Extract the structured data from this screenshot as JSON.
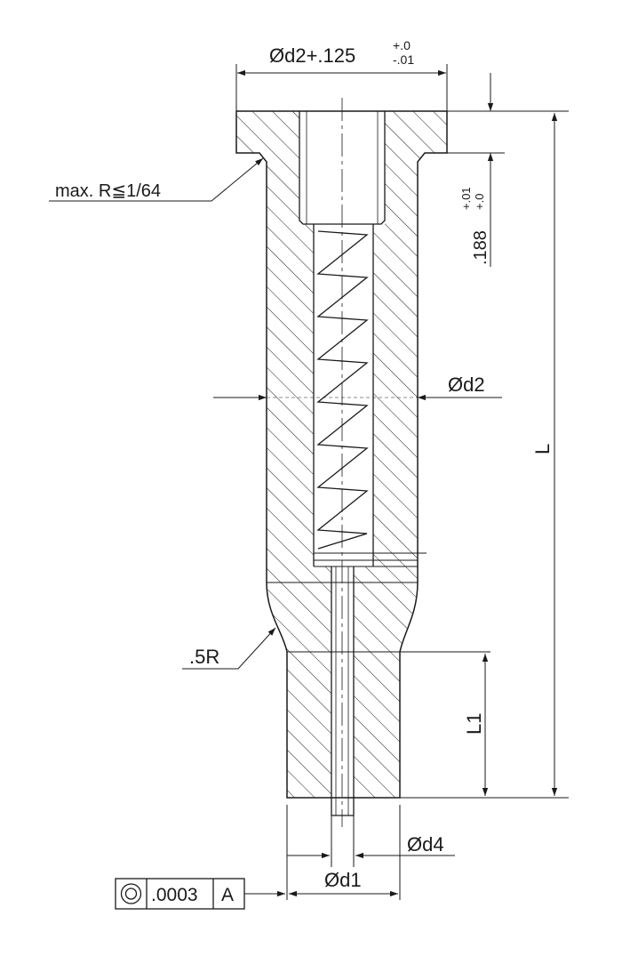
{
  "colors": {
    "line": "#1a1a1a",
    "background": "#ffffff"
  },
  "dims": {
    "top_diameter": "Ød2+.125",
    "top_tol_upper": "+.0",
    "top_tol_lower": "-.01",
    "radius_max": "max. R≦1/64",
    "head_height": ".188",
    "head_tol_upper": "+.01",
    "head_tol_lower": "+.0",
    "bore_diameter": "Ød2",
    "overall_length": "L",
    "neck_radius": ".5R",
    "tip_length": "L1",
    "tip_diameter": "Ød1",
    "pin_diameter": "Ød4"
  },
  "fcf": {
    "symbol_name": "concentricity-icon",
    "tolerance": ".0003",
    "datum": "A"
  }
}
